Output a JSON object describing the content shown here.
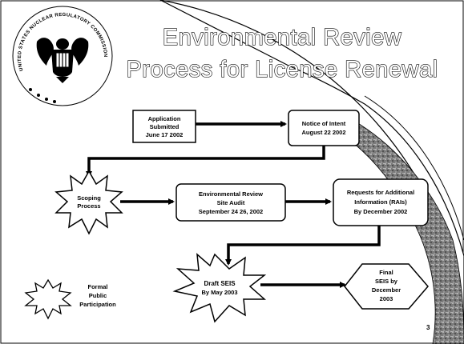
{
  "title": {
    "line1": "Environmental Review",
    "line2": "Process for License Renewal"
  },
  "seal": {
    "text": "UNITED STATES NUCLEAR REGULATORY COMMISSION",
    "icon": "eagle-seal-icon"
  },
  "nodes": {
    "application": {
      "lines": [
        "Application",
        "Submitted",
        "June 17  2002"
      ]
    },
    "notice_of_intent": {
      "lines": [
        "Notice of Intent",
        "August 22  2002"
      ]
    },
    "scoping": {
      "lines": [
        "Scoping",
        "Process"
      ]
    },
    "env_review": {
      "lines": [
        "Environmental Review",
        "Site Audit",
        "September 24   26, 2002"
      ]
    },
    "rais": {
      "lines": [
        "Requests for Additional",
        "Information (RAIs)",
        "By December 2002"
      ]
    },
    "draft_seis": {
      "lines": [
        "Draft  SEIS",
        "By May 2003"
      ]
    },
    "final_seis": {
      "lines": [
        "Final",
        "SEIS by",
        "December",
        "2003"
      ]
    }
  },
  "legend": {
    "lines": [
      "Formal",
      "Public",
      "Participation"
    ]
  },
  "page_number": "3"
}
